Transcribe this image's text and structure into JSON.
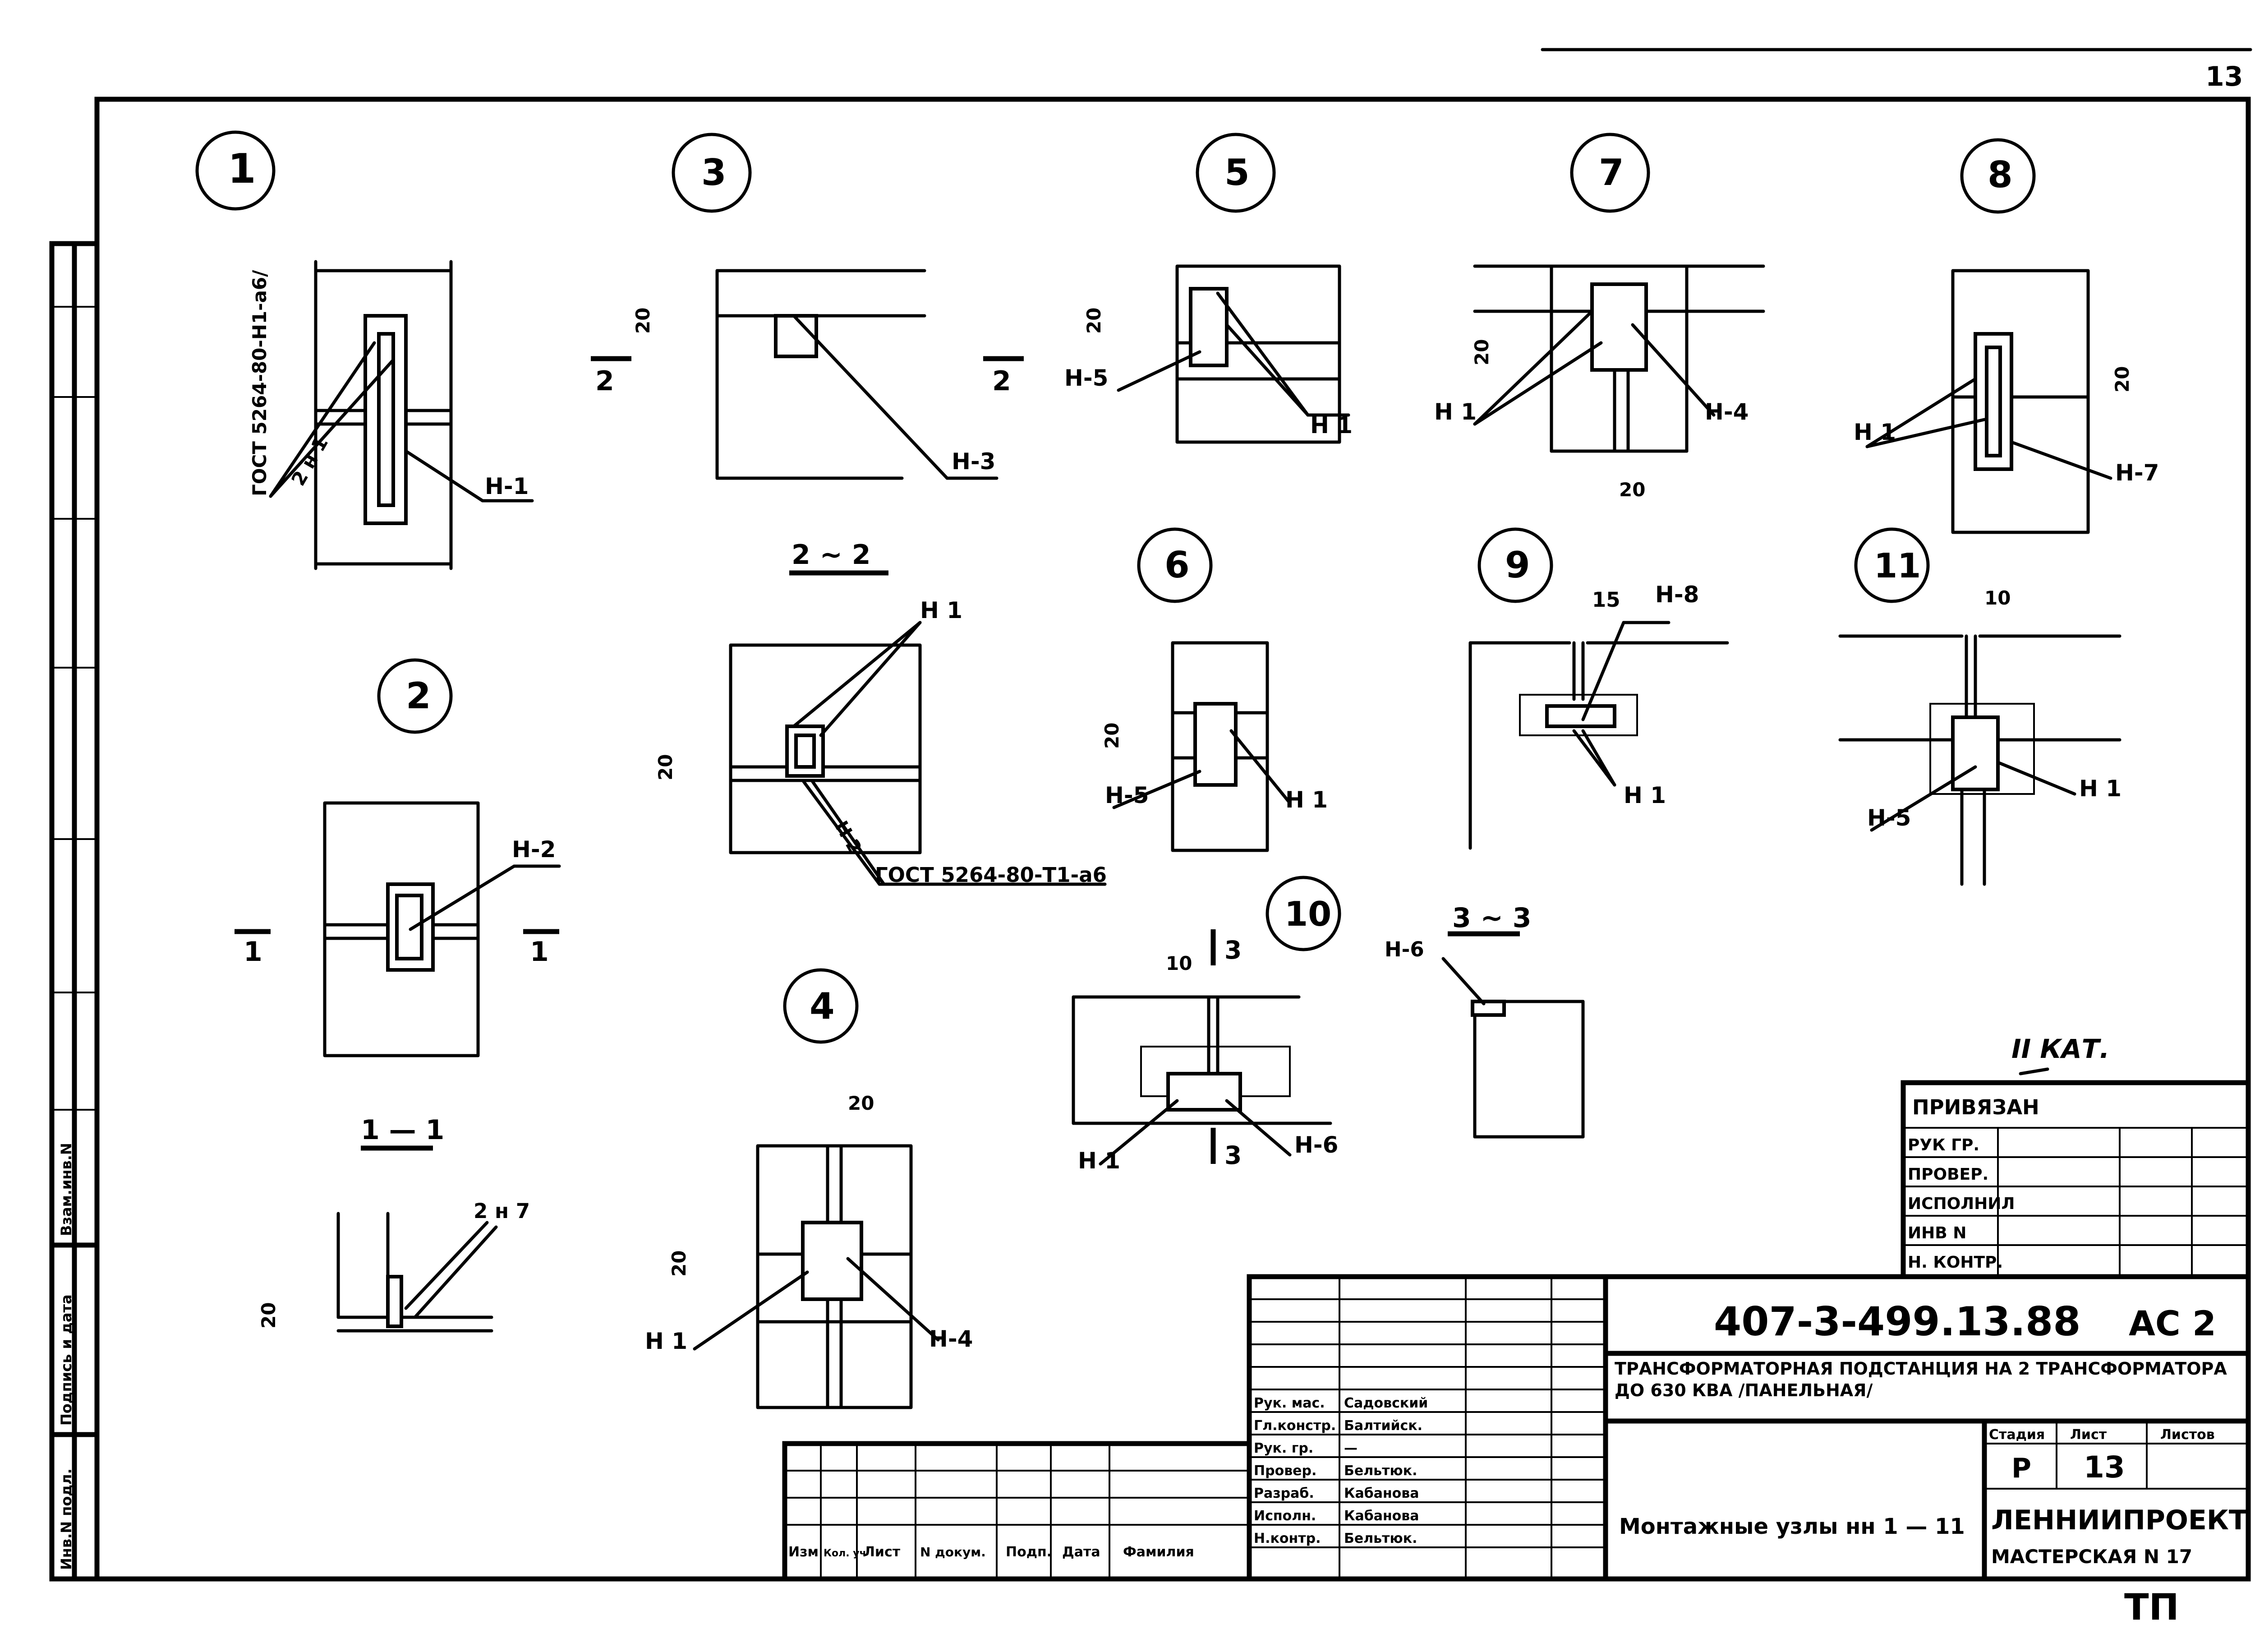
{
  "sheet_number": "13",
  "stamp_bottom_right": "ТП",
  "nodes": [
    {
      "id": "1",
      "labels": [
        "Н-1"
      ],
      "weld": "ГОСТ 5264-80-Н1-а6/",
      "weld2": "2 н 1"
    },
    {
      "id": "2",
      "labels": [
        "Н-2"
      ]
    },
    {
      "id": "3",
      "labels": [
        "Н-3"
      ]
    },
    {
      "id": "4",
      "labels": [
        "Н-4",
        "Н 1"
      ],
      "dim": "20"
    },
    {
      "id": "5",
      "labels": [
        "Н-5",
        "Н 1"
      ],
      "dim": "20"
    },
    {
      "id": "6",
      "labels": [
        "Н-5",
        "Н 1"
      ],
      "dim": "20"
    },
    {
      "id": "7",
      "labels": [
        "Н-4",
        "Н 1"
      ],
      "dim": "20"
    },
    {
      "id": "8",
      "labels": [
        "Н-7",
        "Н 1"
      ],
      "dim": "20"
    },
    {
      "id": "9",
      "labels": [
        "Н-8",
        "Н 1"
      ],
      "dim": "15"
    },
    {
      "id": "10",
      "labels": [
        "Н-6",
        "Н 1"
      ],
      "dim": "10"
    },
    {
      "id": "11",
      "labels": [
        "Н-5",
        "Н 1"
      ],
      "dim": "10"
    }
  ],
  "sections": {
    "s11": "1 — 1",
    "s22": "2 ~ 2",
    "s33": "3 ~ 3",
    "s11_weld": "2 н 7",
    "s22_weld": "ГОСТ 5264-80-Т1-а6",
    "s22_weld2": "Н 2",
    "s33_label": "Н-6",
    "cut_1": "1",
    "cut_2": "2",
    "cut_3": "3",
    "dim20": "20"
  },
  "category": "II КАТ.",
  "binding_table": {
    "title": "ПРИВЯЗАН",
    "rows": [
      "РУК ГР.",
      "ПРОВЕР.",
      "ИСПОЛНИЛ",
      "ИНВ N",
      "Н. КОНТР."
    ]
  },
  "title_block": {
    "code": "407-3-499.13.88",
    "mark": "АС 2",
    "project_title": "ТРАНСФОРМАТОРНАЯ ПОДСТАНЦИЯ НА 2 ТРАНСФОРМАТОРА ДО 630 КВА /ПАНЕЛЬНАЯ/",
    "sheet_title": "Монтажные узлы нн 1 — 11",
    "org": "ЛЕННИИПРОЕКТ",
    "workshop": "МАСТЕРСКАЯ N 17",
    "stage_header": "Стадия",
    "sheet_header": "Лист",
    "sheets_header": "Листов",
    "stage": "Р",
    "sheet": "13",
    "roles": [
      "Рук. мас.",
      "Гл.констр.",
      "Рук. гр.",
      "Провер.",
      "Разраб.",
      "Исполн.",
      "Н.контр."
    ],
    "names": [
      "Садовский",
      "Балтийск.",
      "—",
      "Бельтюк.",
      "Кабанова",
      "Кабанова",
      "Бельтюк."
    ]
  },
  "revision_table": {
    "headers": [
      "Изм",
      "Кол. уч",
      "Лист",
      "N докум.",
      "Подп.",
      "Дата",
      "Фамилия"
    ]
  },
  "side_stamp": [
    "Взам.инв.N",
    "Подпись и дата",
    "Инв.N подл."
  ]
}
